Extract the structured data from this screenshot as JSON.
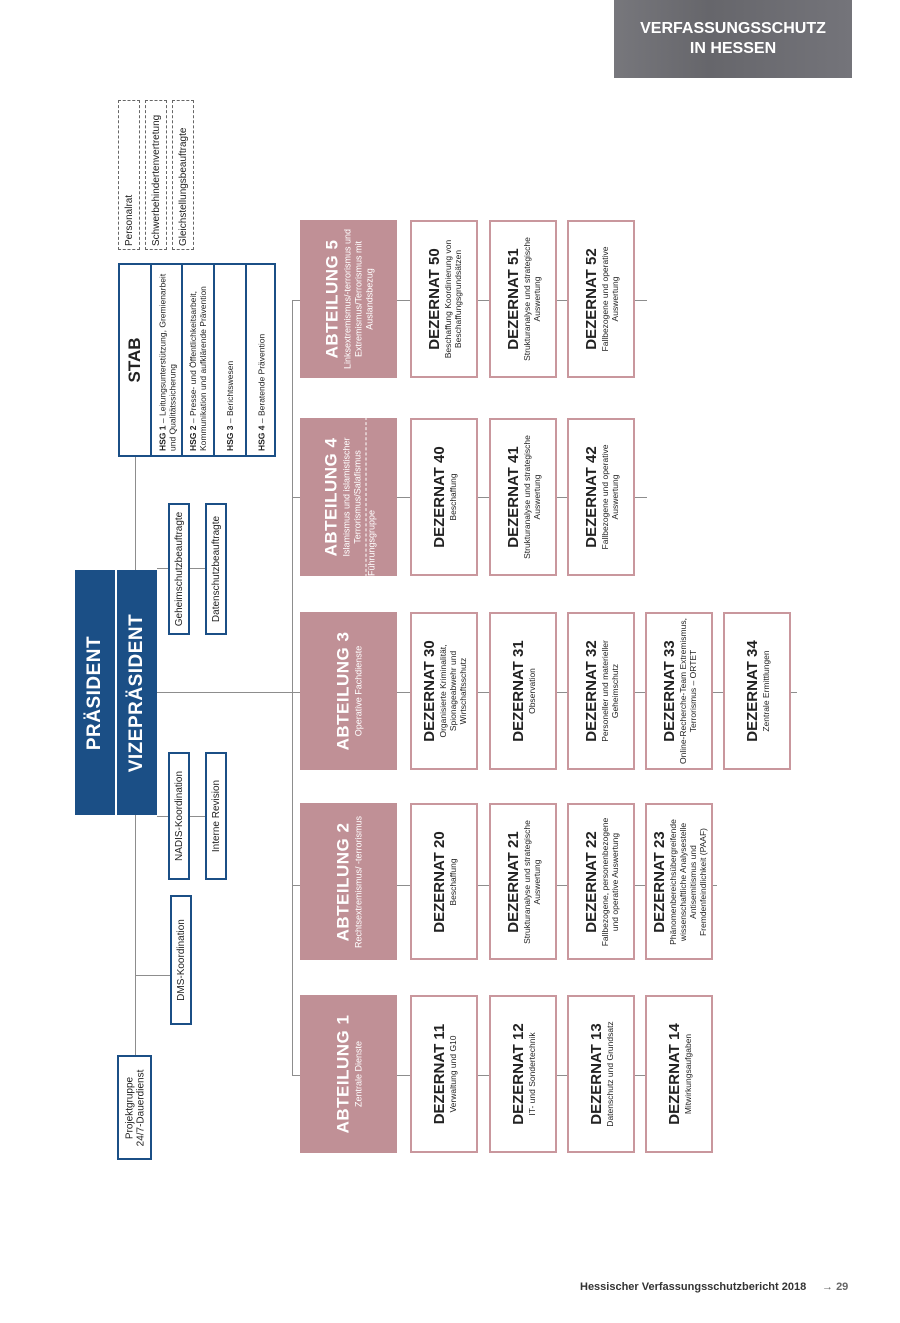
{
  "header": {
    "line1": "VERFASSUNGSSCHUTZ",
    "line2": "IN HESSEN"
  },
  "leadership": {
    "president": "PRÄSIDENT",
    "vice": "VIZEPRÄSIDENT"
  },
  "staff_units": {
    "geheimschutz": "Geheimschutzbeauftragte",
    "datenschutz": "Datenschutzbeauftragte",
    "nadis": "NADIS-Koordination",
    "revision": "Interne Revision",
    "dms": "DMS-Koordination",
    "projektgruppe": {
      "line1": "Projektgruppe",
      "line2": "24/7-Dauerdienst"
    }
  },
  "representatives": [
    "Personalrat",
    "Schwerbehindertenvertretung",
    "Gleichstellungsbeauftragte"
  ],
  "stab": {
    "title": "STAB",
    "items": [
      {
        "code": "HSG 1",
        "text": " – Leitungsunterstützung, Gremienarbeit und Qualitätssicherung"
      },
      {
        "code": "HSG 2",
        "text": " – Presse- und Öffentlichkeitsarbeit, Kommunikation und aufklärende Prävention"
      },
      {
        "code": "HSG 3",
        "text": " – Berichtswesen"
      },
      {
        "code": "HSG 4",
        "text": " – Beratende Prävention"
      }
    ]
  },
  "departments": [
    {
      "title": "ABTEILUNG 1",
      "subtitle": "Zentrale Dienste",
      "units": [
        {
          "title": "DEZERNAT 11",
          "text": "Verwaltung und G10"
        },
        {
          "title": "DEZERNAT 12",
          "text": "IT- und Sondertechnik"
        },
        {
          "title": "DEZERNAT 13",
          "text": "Datenschutz und Grundsatz"
        },
        {
          "title": "DEZERNAT 14",
          "text": "Mitwirkungsaufgaben"
        }
      ]
    },
    {
      "title": "ABTEILUNG 2",
      "subtitle": "Rechtsextremismus/ -terrorismus",
      "units": [
        {
          "title": "DEZERNAT 20",
          "text": "Beschaffung"
        },
        {
          "title": "DEZERNAT 21",
          "text": "Strukturanalyse und strategische Auswertung"
        },
        {
          "title": "DEZERNAT 22",
          "text": "Fallbezogene, personenbezogene und operative Auswertung"
        },
        {
          "title": "DEZERNAT 23",
          "text": "Phänomenbereichsübergreifende wissenschaftliche Analysestelle Antisemitismus und Fremdenfeindlichkeit (PAAF)"
        }
      ]
    },
    {
      "title": "ABTEILUNG 3",
      "subtitle": "Operative Fachdienste",
      "units": [
        {
          "title": "DEZERNAT 30",
          "text": "Organisierte Kriminalität, Spionageabwehr und Wirtschaftsschutz"
        },
        {
          "title": "DEZERNAT 31",
          "text": "Observation"
        },
        {
          "title": "DEZERNAT 32",
          "text": "Personeller und materieller Geheimschutz"
        },
        {
          "title": "DEZERNAT 33",
          "text": "Online-Recherche-Team Extremismus, Terrorismus – ORTET"
        },
        {
          "title": "DEZERNAT 34",
          "text": "Zentrale Ermittlungen"
        }
      ]
    },
    {
      "title": "ABTEILUNG 4",
      "subtitle": "Islamismus und islamistischer Terrorismus/Salafismus",
      "extra": "Führungsgruppe",
      "units": [
        {
          "title": "DEZERNAT 40",
          "text": "Beschaffung"
        },
        {
          "title": "DEZERNAT 41",
          "text": "Strukturanalyse und strategische Auswertung"
        },
        {
          "title": "DEZERNAT 42",
          "text": "Fallbezogene und operative Auswertung"
        }
      ]
    },
    {
      "title": "ABTEILUNG 5",
      "subtitle": "Linksextremismus/-terrorismus und Extremismus/Terrorismus mit Auslandsbezug",
      "units": [
        {
          "title": "DEZERNAT 50",
          "text": "Beschaffung Koordinierung von Beschaffungsgrundsätzen"
        },
        {
          "title": "DEZERNAT 51",
          "text": "Strukturanalyse und strategische Auswertung"
        },
        {
          "title": "DEZERNAT 52",
          "text": "Fallbezogene und operative Auswertung"
        }
      ]
    }
  ],
  "footer": {
    "title": "Hessischer Verfassungsschutzbericht 2018",
    "page": "29",
    "arrow_icon": "arrow-right-icon"
  },
  "colors": {
    "blue": "#1b4f86",
    "department": "#c09096",
    "unit_border": "#c9979d",
    "header": "#6d6d72"
  }
}
